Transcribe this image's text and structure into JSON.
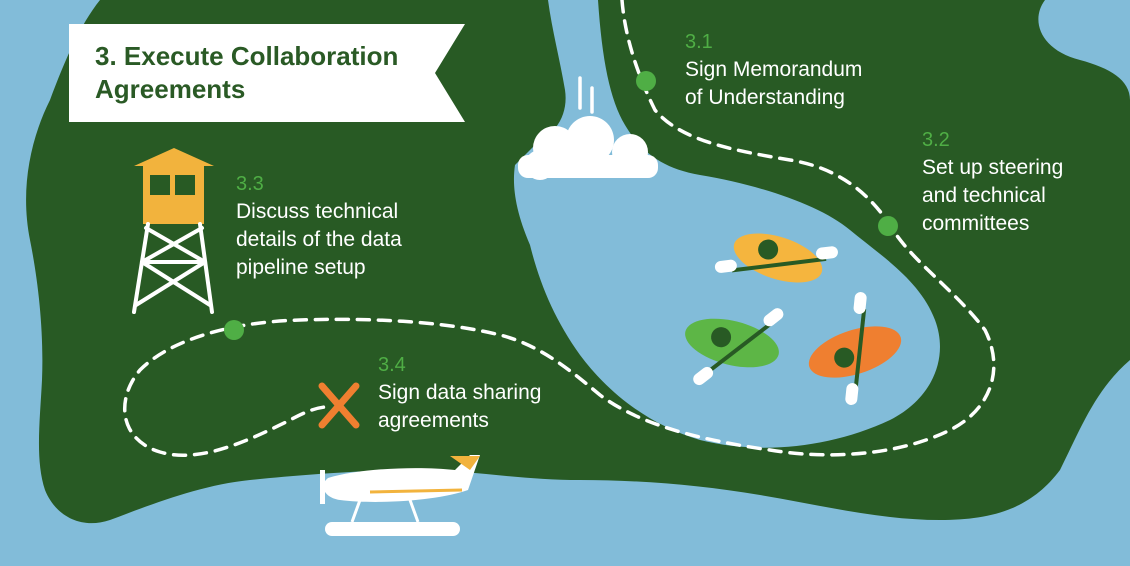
{
  "banner": {
    "title": "3. Execute Collaboration\nAgreements"
  },
  "steps": [
    {
      "number": "3.1",
      "label": "Sign Memorandum\nof Understanding"
    },
    {
      "number": "3.2",
      "label": "Set up steering\nand technical\ncommittees"
    },
    {
      "number": "3.3",
      "label": "Discuss technical\ndetails of the data\npipeline setup"
    },
    {
      "number": "3.4",
      "label": "Sign data sharing\nagreements"
    }
  ],
  "colors": {
    "water": "#82bcd9",
    "land": "#285a24",
    "accent_green": "#4fae45",
    "kayak_yellow": "#f5b53e",
    "kayak_green": "#5db646",
    "kayak_orange": "#ef7f30",
    "tower_yellow": "#f2b33d",
    "x_marker": "#ef7f30",
    "banner_bg": "#ffffff",
    "banner_text": "#2a5a25"
  },
  "icons": [
    "watchtower-icon",
    "kayak-icon",
    "seaplane-icon",
    "cloud-icon",
    "waterfall-icon",
    "x-marker-icon"
  ]
}
